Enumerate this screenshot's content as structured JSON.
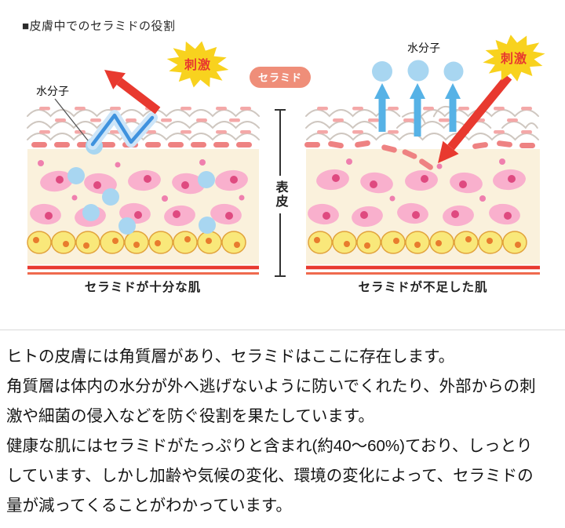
{
  "title": "■皮膚中でのセラミドの役割",
  "diagram": {
    "ceramide_label": "セラミド",
    "epidermis_label": "表皮",
    "left": {
      "stimulus": "刺激",
      "water": "水分子",
      "caption": "セラミドが十分な肌"
    },
    "right": {
      "stimulus": "刺激",
      "water": "水分子",
      "caption": "セラミドが不足した肌"
    },
    "colors": {
      "stimulus_burst": "#f8d21e",
      "stimulus_text": "#e8392f",
      "ceramide_badge": "#ef8e79",
      "water_molecule": "#a8d6f1",
      "arrow_red": "#e8392f",
      "arrow_blue": "#56b2e6",
      "cell_pink": "#f9b0cd",
      "cell_nucleus": "#df4a80",
      "cell_yellow": "#f9e87a",
      "cream_layer": "#faf1dc",
      "base_line": "#e8392f"
    }
  },
  "body_text": {
    "p1": "ヒトの皮膚には角質層があり、セラミドはここに存在します。",
    "p2": "角質層は体内の水分が外へ逃げないように防いでくれたり、外部からの刺激や細菌の侵入などを防ぐ役割を果たしています。",
    "p3": "健康な肌にはセラミドがたっぷりと含まれ(約40〜60%)ており、しっとりしています、しかし加齢や気候の変化、環境の変化によって、セラミドの量が減ってくることがわかっています。"
  }
}
